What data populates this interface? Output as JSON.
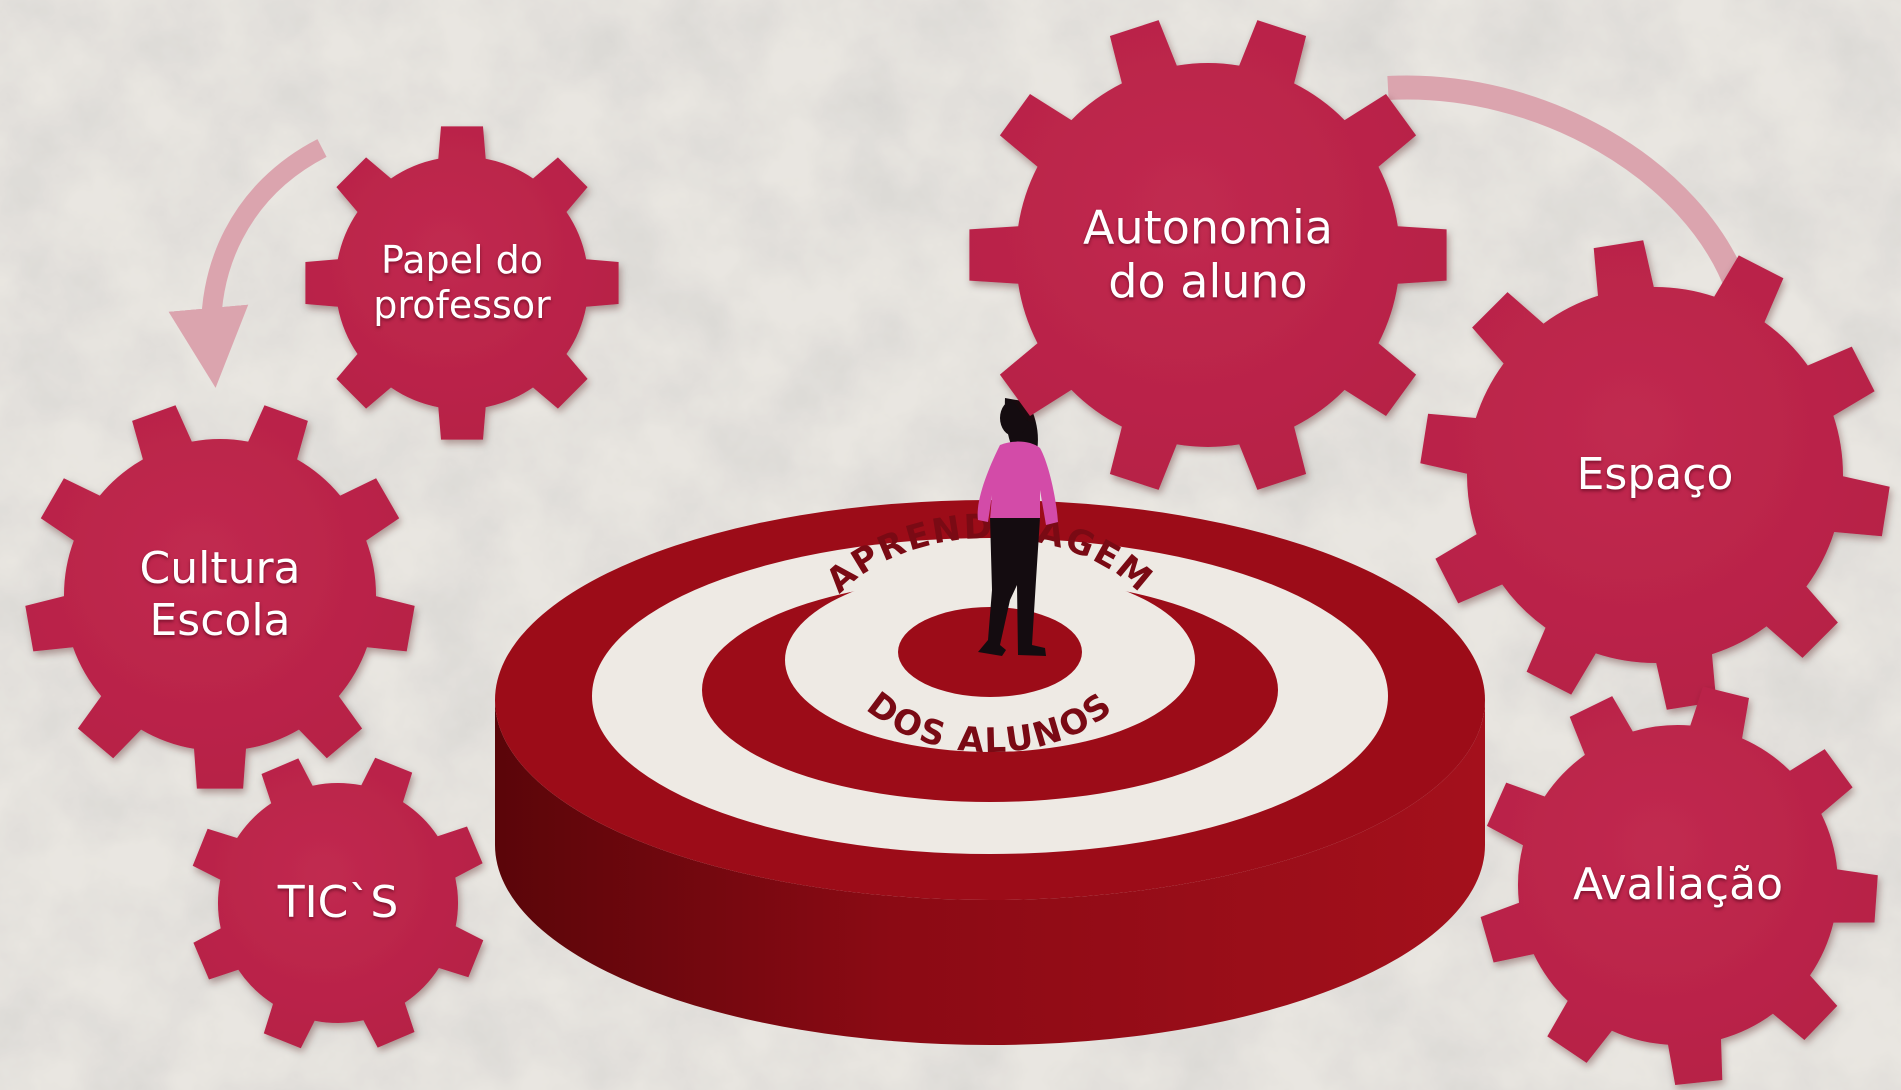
{
  "diagram": {
    "center_label": {
      "line_top": "APRENDIZAGEM",
      "line_bottom": "DOS ALUNOS"
    },
    "gears": [
      {
        "id": "papel",
        "label": "Papel do\nprofessor"
      },
      {
        "id": "cultura",
        "label": "Cultura\nEscola"
      },
      {
        "id": "tics",
        "label": "TIC`S"
      },
      {
        "id": "autonomia",
        "label": "Autonomia\ndo aluno"
      },
      {
        "id": "espaco",
        "label": "Espaço"
      },
      {
        "id": "avaliacao",
        "label": "Avaliação"
      }
    ]
  },
  "colors": {
    "gear": "#b51f44",
    "gear_shade": "#8e1533",
    "target_red": "#9c0c18",
    "target_red_dark": "#6d0710",
    "target_white": "#eeeae4",
    "arrow": "#dba4ae",
    "background": "#e9e6e1",
    "figure_top": "#d34ba8",
    "figure_dark": "#140c10",
    "label_text": "#ffffff",
    "center_text": "#7a0a14"
  }
}
